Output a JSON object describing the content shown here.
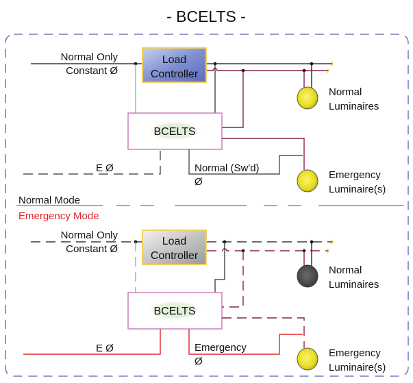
{
  "title": "- BCELTS -",
  "colors": {
    "frame": "#5a5fb0",
    "normal_line": "#111111",
    "switched_line": "#8a1f4f",
    "sensor_line": "#6aa6d6",
    "emergency_line": "#e0242a",
    "lamp_on": "#e8e030",
    "lamp_off": "#555555",
    "bcelts_border": "#c878b8",
    "bcelts_glow": "#e2efd9",
    "emergency_mode_text": "#e0242a"
  },
  "normal_mode": {
    "section_label": "Normal Mode",
    "source_label_1": "Normal Only",
    "source_label_2": "Constant Ø",
    "load_controller_1": "Load",
    "load_controller_2": "Controller",
    "bcelts_label": "BCELTS",
    "e_phase_label": "E Ø",
    "switched_label_1": "Normal (Sw'd)",
    "switched_label_2": "Ø",
    "normal_lum_1": "Normal",
    "normal_lum_2": "Luminaires",
    "emerg_lum_1": "Emergency",
    "emerg_lum_2": "Luminaire(s)"
  },
  "emergency_mode": {
    "section_label": "Emergency Mode",
    "source_label_1": "Normal Only",
    "source_label_2": "Constant Ø",
    "load_controller_1": "Load",
    "load_controller_2": "Controller",
    "bcelts_label": "BCELTS",
    "e_phase_label": "E Ø",
    "emergency_label_1": "Emergency",
    "emergency_label_2": "Ø",
    "normal_lum_1": "Normal",
    "normal_lum_2": "Luminaires",
    "emerg_lum_1": "Emergency",
    "emerg_lum_2": "Luminaire(s)"
  }
}
